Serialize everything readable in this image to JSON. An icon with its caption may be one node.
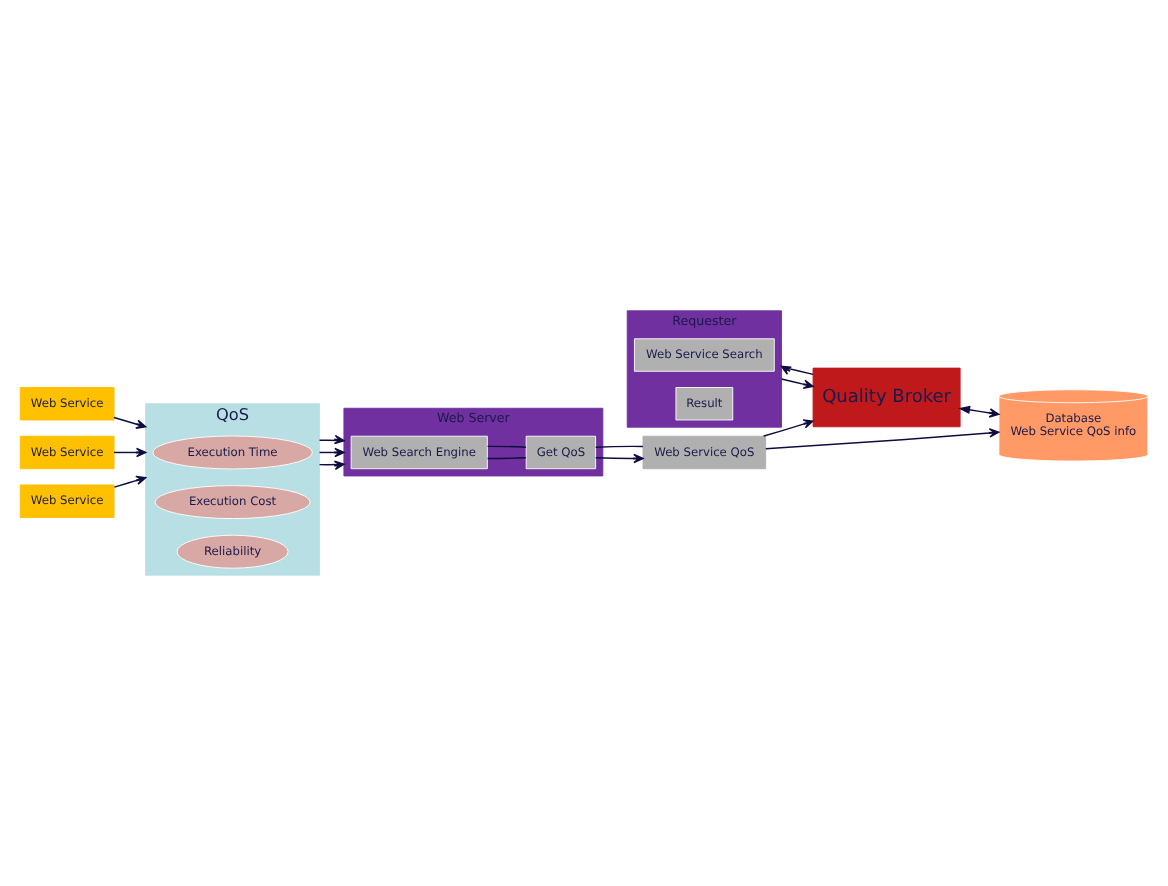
{
  "diagram": {
    "nodes": [
      {
        "text": [
          "Web Service"
        ]
      },
      {
        "text": [
          "Web Service"
        ]
      },
      {
        "text": [
          "Web Service"
        ]
      },
      {
        "text": [
          "QoS"
        ]
      },
      {
        "text": [
          "Execution Time"
        ],
        "in": 3
      },
      {
        "text": [
          "Execution Cost"
        ],
        "in": 3
      },
      {
        "text": [
          "Reliability"
        ],
        "in": 3
      },
      {
        "text": [
          "Web Server"
        ]
      },
      {
        "text": [
          "Web Search Engine"
        ],
        "in": 7
      },
      {
        "text": [
          "Get QoS"
        ],
        "in": 7
      },
      {
        "text": [
          "Web Service QoS"
        ]
      },
      {
        "text": [
          "Requester"
        ]
      },
      {
        "text": [
          "Web Service Search"
        ],
        "in": 11
      },
      {
        "text": [
          "Result"
        ],
        "in": 11
      },
      {
        "text": [
          "Quality Broker"
        ]
      },
      {
        "text": [
          "Database",
          "Web Service QoS info"
        ]
      }
    ],
    "edges": [
      {
        "from": 0,
        "to": 3,
        "arrow": "to"
      },
      {
        "from": 1,
        "to": 3,
        "arrow": "to"
      },
      {
        "from": 2,
        "to": 3,
        "arrow": "to"
      },
      {
        "from": 3,
        "to": 7,
        "arrow": "to"
      },
      {
        "from": 3,
        "to": 7,
        "arrow": "to"
      },
      {
        "from": 3,
        "to": 7,
        "arrow": "to"
      },
      {
        "from": 8,
        "to": 9,
        "arrow": "none"
      },
      {
        "from": 8,
        "to": 9,
        "arrow": "none"
      },
      {
        "from": 9,
        "to": 10,
        "arrow": "to"
      },
      {
        "from": 9,
        "to": 10,
        "arrow": "none"
      },
      {
        "from": 10,
        "to": 14,
        "arrow": "to"
      },
      {
        "from": 10,
        "to": 15,
        "arrow": "to"
      },
      {
        "from": 11,
        "to": 14,
        "arrow": "to"
      },
      {
        "from": 14,
        "to": 11,
        "arrow": "to"
      },
      {
        "from": 14,
        "to": 15,
        "arrow": "both"
      }
    ]
  }
}
